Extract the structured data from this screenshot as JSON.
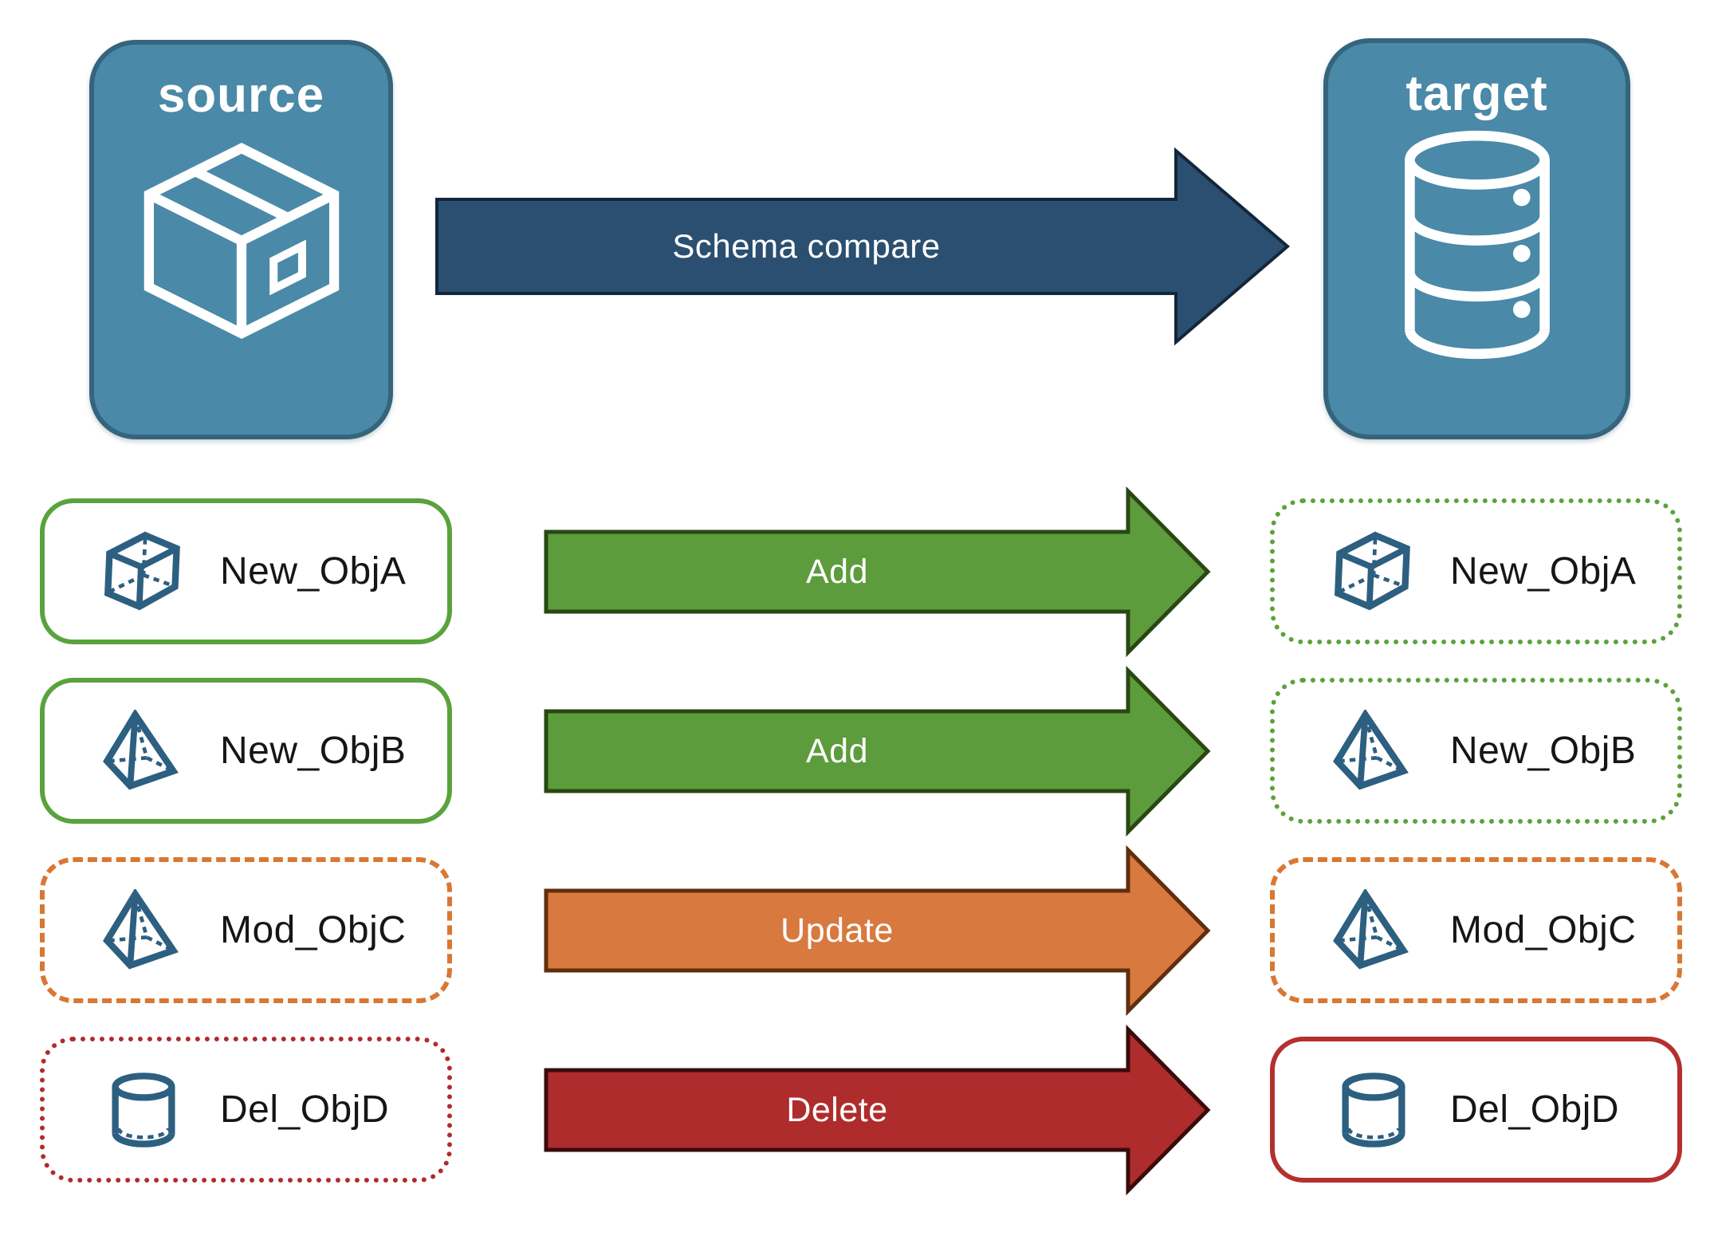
{
  "panels": {
    "source": {
      "title": "source",
      "icon": "package-box"
    },
    "target": {
      "title": "target",
      "icon": "database-cylinder"
    }
  },
  "compare_arrow": {
    "label": "Schema compare"
  },
  "rows": [
    {
      "object_name": "New_ObjA",
      "icon": "cube",
      "action": "Add",
      "source_border": "solid green",
      "target_border": "dotted green"
    },
    {
      "object_name": "New_ObjB",
      "icon": "pyramid",
      "action": "Add",
      "source_border": "solid green",
      "target_border": "dotted green"
    },
    {
      "object_name": "Mod_ObjC",
      "icon": "pyramid",
      "action": "Update",
      "source_border": "dashed orange",
      "target_border": "dashed orange"
    },
    {
      "object_name": "Del_ObjD",
      "icon": "cylinder",
      "action": "Delete",
      "source_border": "dotted red",
      "target_border": "solid red"
    }
  ],
  "colors": {
    "panel_fill": "#4A89A8",
    "panel_border": "#35657D",
    "icon_stroke": "#2D5F80",
    "green_border": "#5AA33C",
    "orange_border": "#D97734",
    "red_border": "#B22B2B",
    "compare_arrow_fill": "#2B4F70",
    "compare_arrow_stroke": "#14263A",
    "add_arrow_fill": "#5C9C3C",
    "add_arrow_stroke": "#2A4713",
    "update_arrow_fill": "#D8793F",
    "update_arrow_stroke": "#5F2F0D",
    "delete_arrow_fill": "#AF2C2C",
    "delete_arrow_stroke": "#390C0C"
  }
}
